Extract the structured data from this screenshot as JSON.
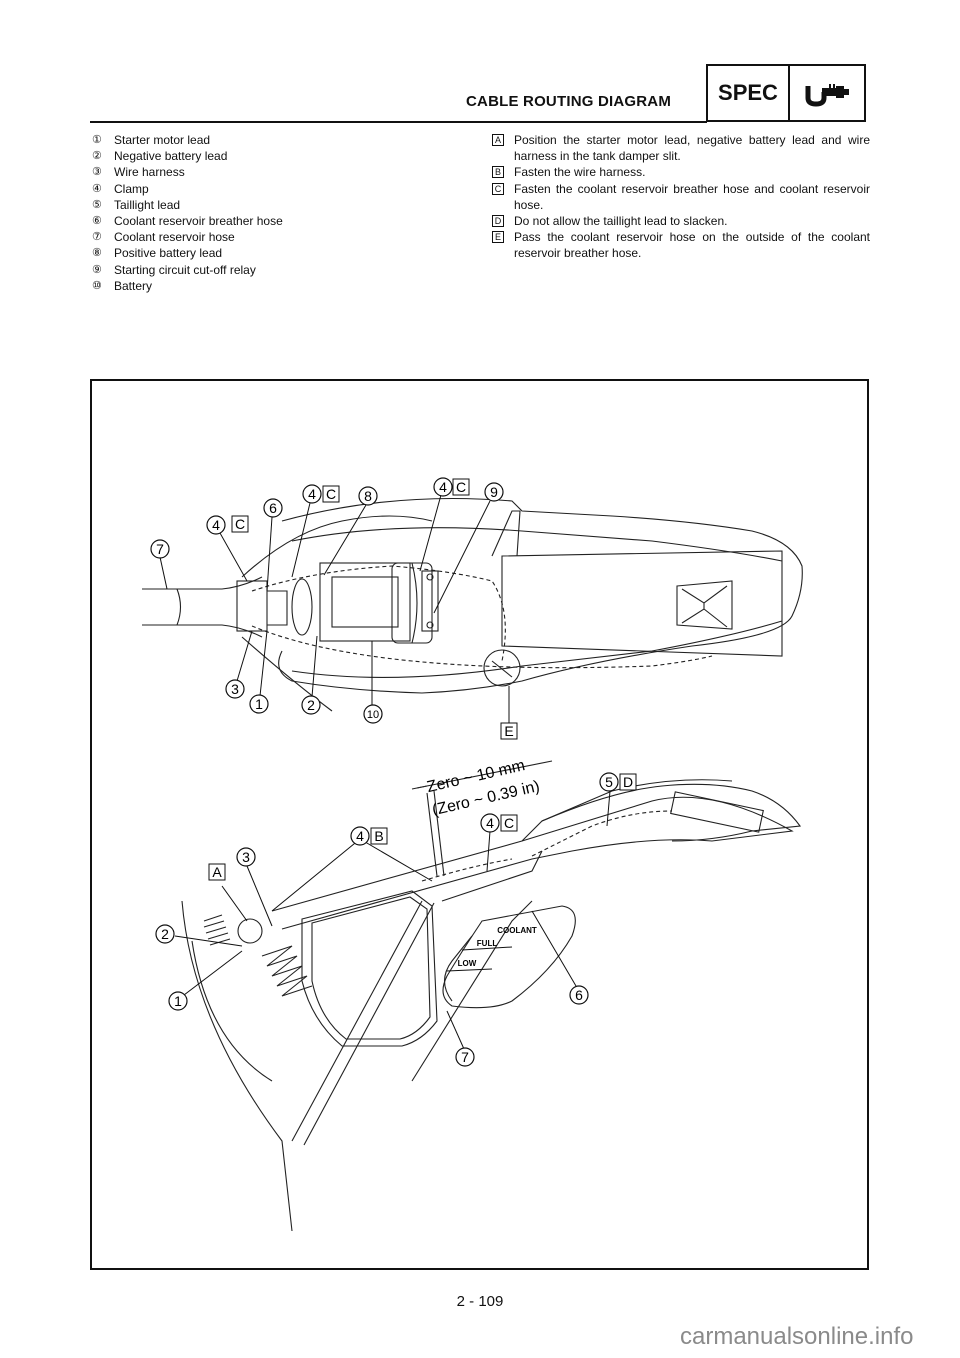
{
  "header": {
    "title": "CABLE ROUTING DIAGRAM",
    "badge_label": "SPEC",
    "badge_icon": "micrometer-icon"
  },
  "parts_legend": [
    {
      "num": "①",
      "label": "Starter motor lead"
    },
    {
      "num": "②",
      "label": "Negative battery lead"
    },
    {
      "num": "③",
      "label": "Wire harness"
    },
    {
      "num": "④",
      "label": "Clamp"
    },
    {
      "num": "⑤",
      "label": "Taillight lead"
    },
    {
      "num": "⑥",
      "label": "Coolant reservoir breather hose"
    },
    {
      "num": "⑦",
      "label": "Coolant reservoir hose"
    },
    {
      "num": "⑧",
      "label": "Positive battery lead"
    },
    {
      "num": "⑨",
      "label": "Starting circuit cut-off relay"
    },
    {
      "num": "⑩",
      "label": "Battery"
    }
  ],
  "instructions": [
    {
      "key": "A",
      "text": "Position the starter motor lead, negative battery lead and wire harness in the tank damper slit."
    },
    {
      "key": "B",
      "text": "Fasten the wire harness."
    },
    {
      "key": "C",
      "text": "Fasten the coolant reservoir breather hose and coolant reservoir hose."
    },
    {
      "key": "D",
      "text": "Do not allow the taillight lead to slacken."
    },
    {
      "key": "E",
      "text": "Pass the coolant reservoir hose on the outside of the coolant reservoir breather hose."
    }
  ],
  "diagram": {
    "top_view_callouts": {
      "c7": "7",
      "c4a": "4",
      "c4a_key": "C",
      "c6": "6",
      "c4b": "4",
      "c4b_key": "C",
      "c8": "8",
      "c4c": "4",
      "c4c_key": "C",
      "c9": "9",
      "c3": "3",
      "c1": "1",
      "c2": "2",
      "c10": "10",
      "cE": "E"
    },
    "side_view_callouts": {
      "c5": "5",
      "c5_key": "D",
      "c4d": "4",
      "c4d_key": "B",
      "c4e": "4",
      "c4e_key": "C",
      "c3": "3",
      "cA": "A",
      "c2": "2",
      "c1": "1",
      "c6": "6",
      "c7": "7"
    },
    "dimension_line1": "Zero ~ 10 mm",
    "dimension_line2": "(Zero ~ 0.39 in)",
    "reservoir_labels": {
      "brand": "COOLANT",
      "full": "FULL",
      "low": "LOW"
    }
  },
  "footer": {
    "page_number": "2 - 109",
    "watermark": "carmanualsonline.info"
  }
}
